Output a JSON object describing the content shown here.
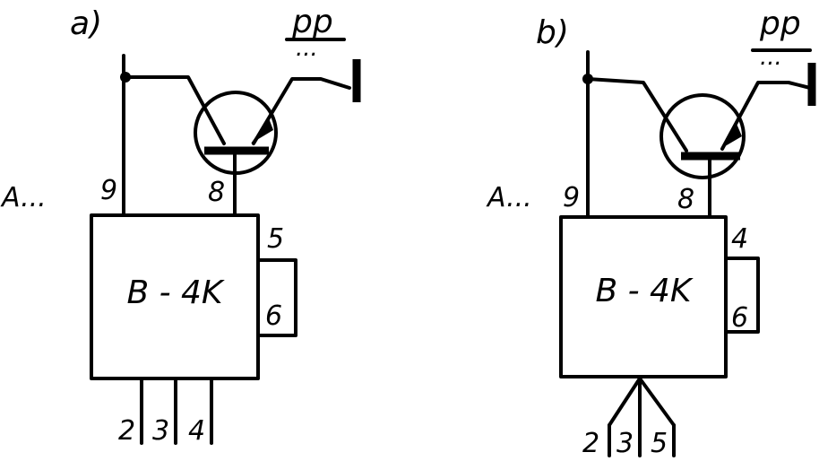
{
  "diagram_a": {
    "label": "a)",
    "chip_label": "B - 4K",
    "input_label": "A...",
    "pin_9": "9",
    "pin_8": "8",
    "pin_top_right": "5",
    "pin_bottom_right": "6",
    "bottom_pins": [
      "2",
      "3",
      "4"
    ],
    "output_label": "pp",
    "output_dots": "..."
  },
  "diagram_b": {
    "label": "b)",
    "chip_label": "B - 4K",
    "input_label": "A...",
    "pin_9": "9",
    "pin_8": "8",
    "pin_top_right": "4",
    "pin_bottom_right": "6",
    "bottom_pins": [
      "2",
      "3",
      "5"
    ],
    "output_label": "pp",
    "output_dots": "..."
  }
}
